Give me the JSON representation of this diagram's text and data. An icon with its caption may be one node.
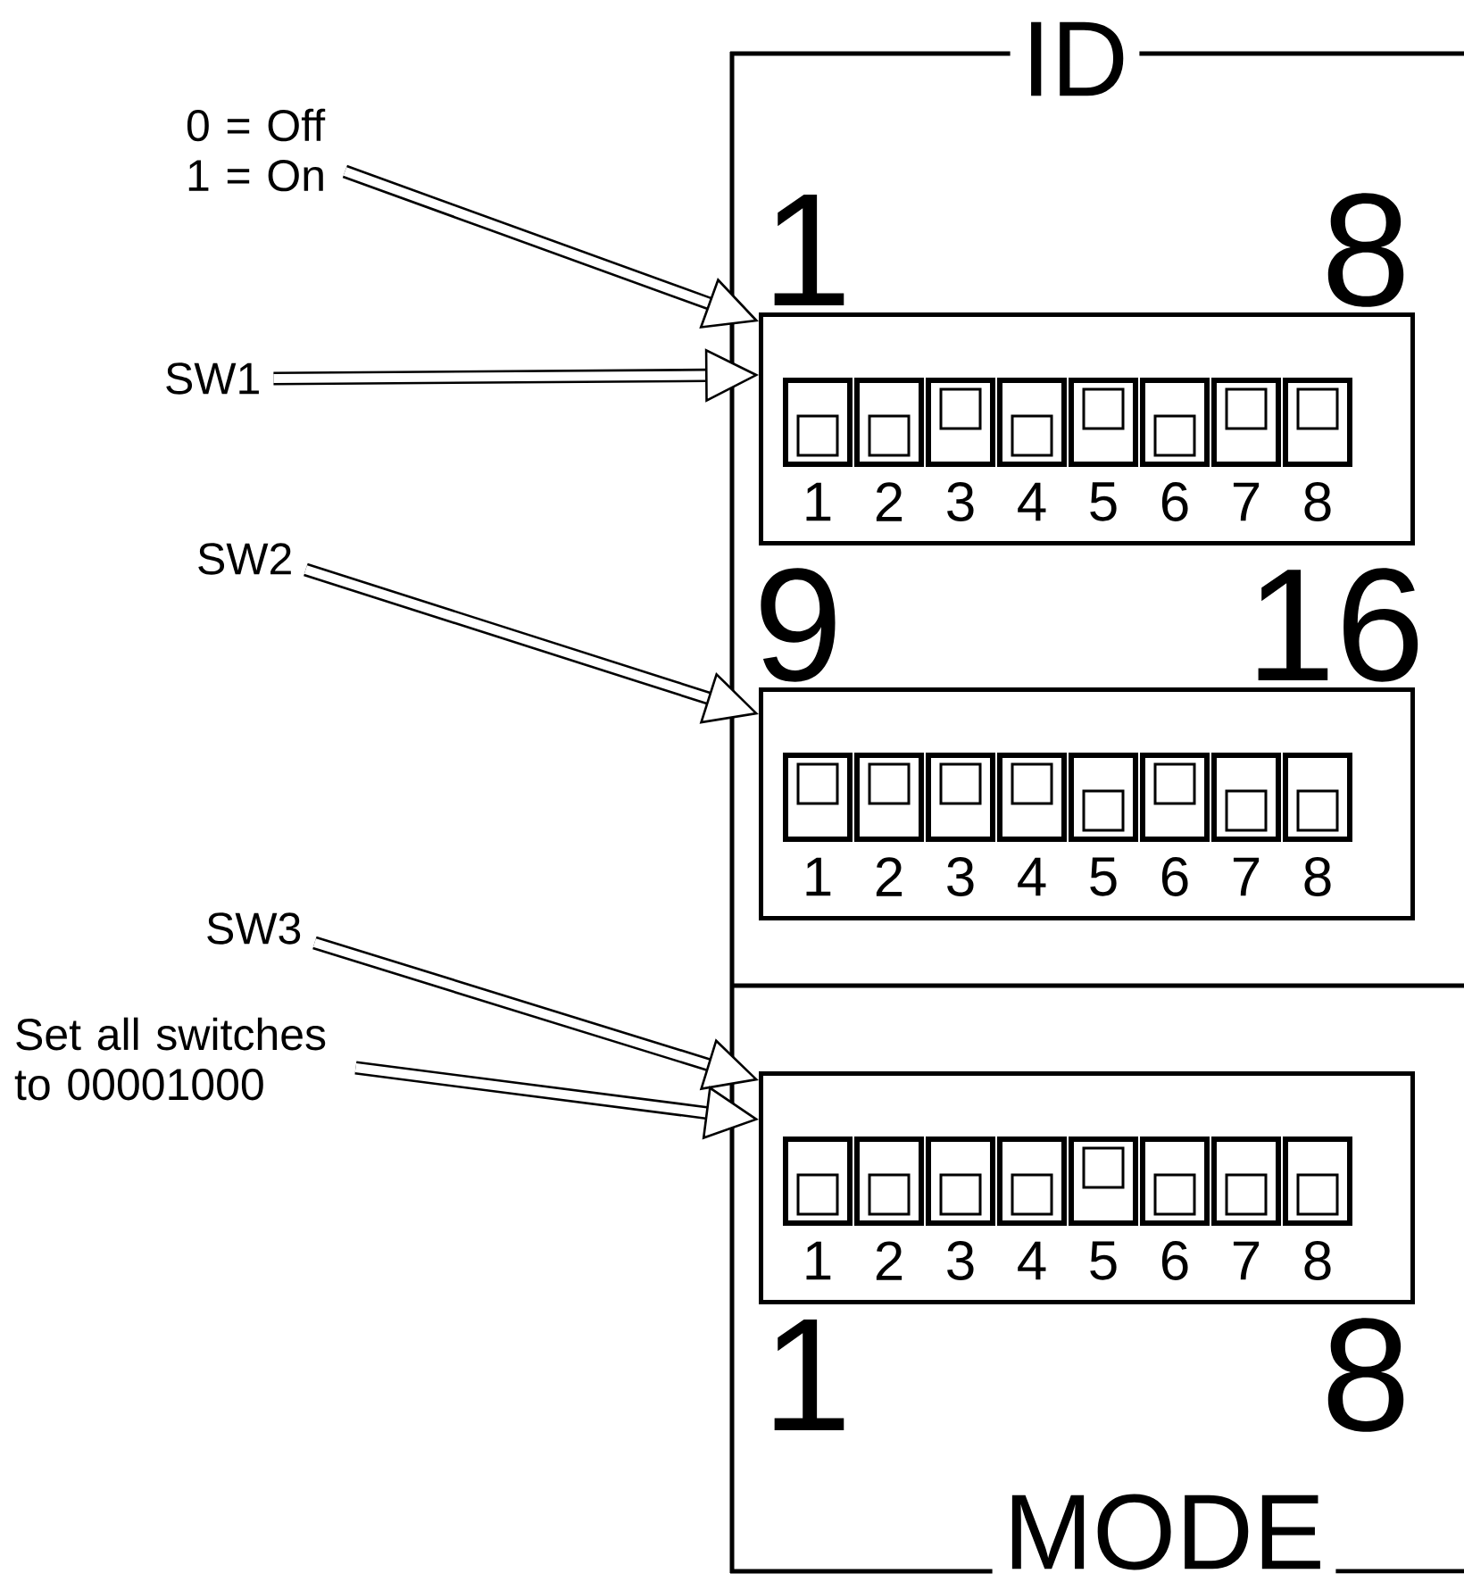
{
  "diagram": {
    "nodes": [
      {
        "text": [
          "0 = Off 1 = On"
        ]
      },
      {
        "text": [
          "SW1"
        ]
      },
      {
        "text": [
          "SW2"
        ]
      },
      {
        "text": [
          "SW3"
        ]
      },
      {
        "text": [
          "Set all switches to 00001000"
        ]
      },
      {
        "text": [
          "1",
          "2",
          "3",
          "4",
          "5",
          "6",
          "7",
          "8"
        ]
      },
      {
        "text": [
          "1",
          "2",
          "3",
          "4",
          "5",
          "6",
          "7",
          "8"
        ]
      },
      {
        "text": [
          "1",
          "2",
          "3",
          "4",
          "5",
          "6",
          "7",
          "8"
        ]
      }
    ],
    "edges": [
      {
        "from": 0,
        "to": 5,
        "arrow": "to"
      },
      {
        "from": 1,
        "to": 5,
        "arrow": "to"
      },
      {
        "from": 2,
        "to": 6,
        "arrow": "to"
      },
      {
        "from": 3,
        "to": 7,
        "arrow": "to"
      },
      {
        "from": 4,
        "to": 7,
        "arrow": "to"
      }
    ],
    "labels": [
      "ID",
      "1",
      "8",
      "9",
      "16",
      "1",
      "8",
      "MODE"
    ]
  }
}
